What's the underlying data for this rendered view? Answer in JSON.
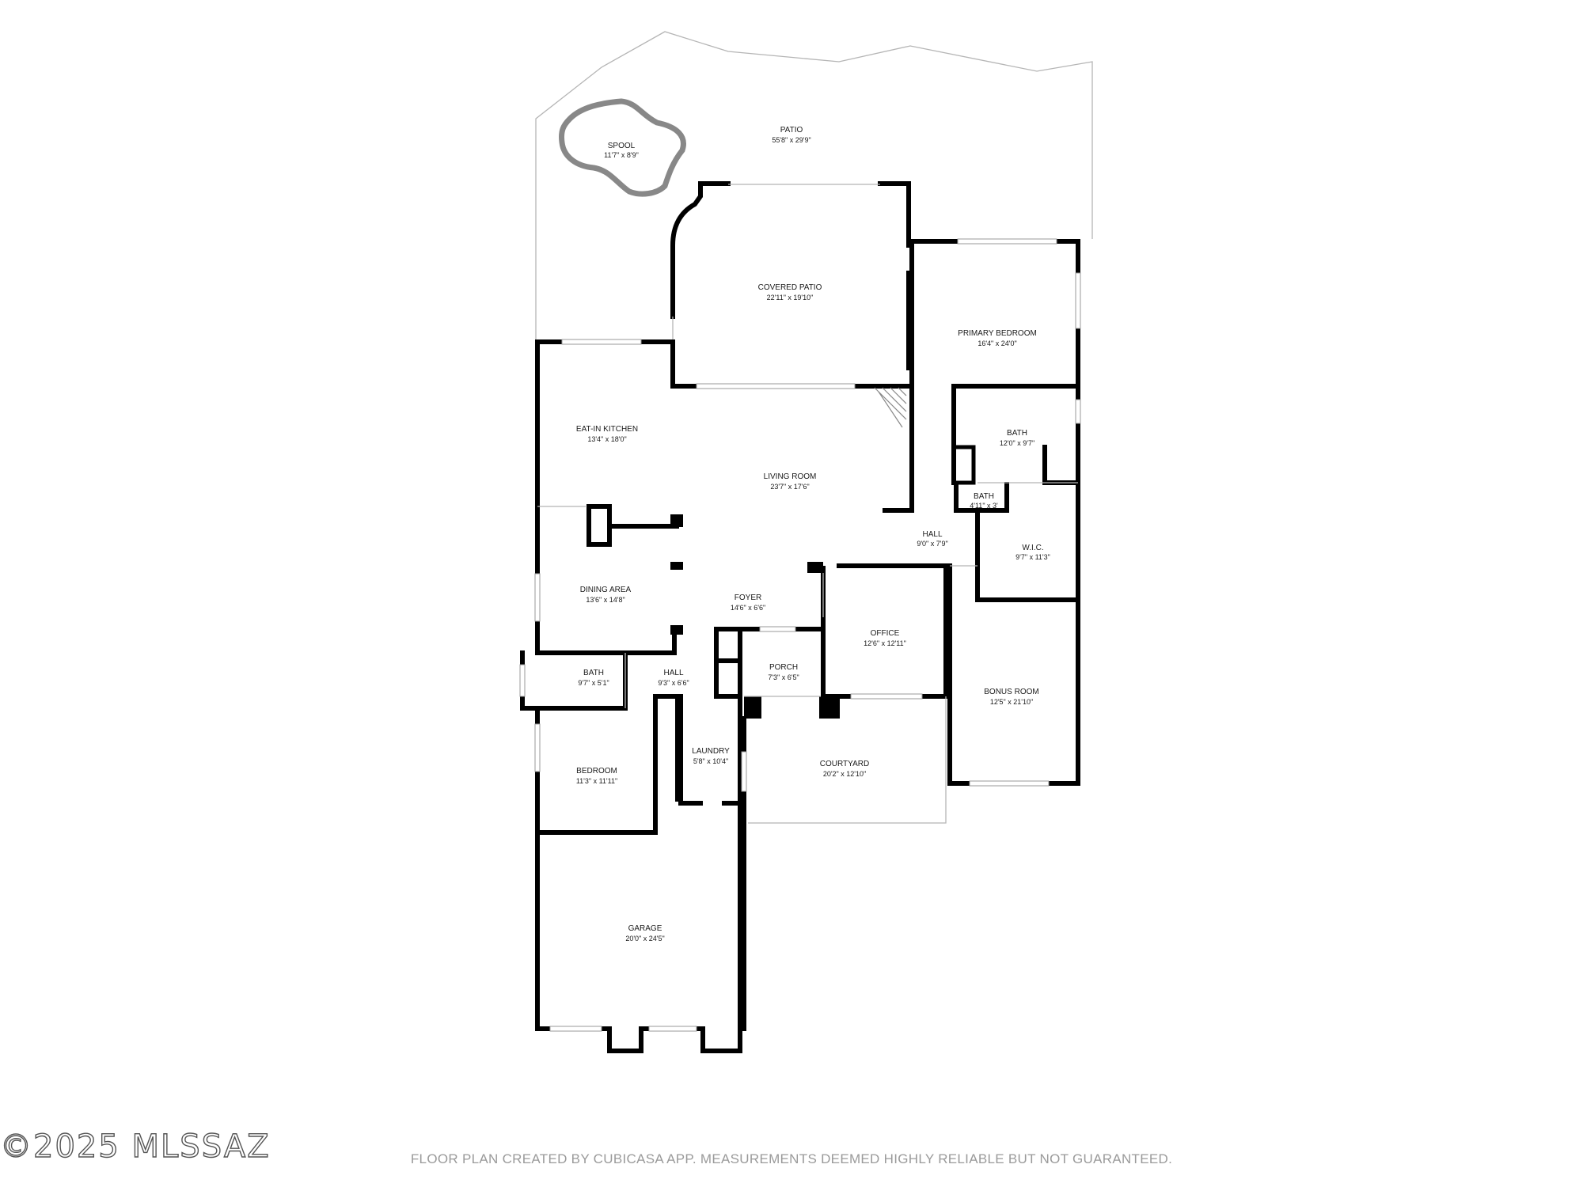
{
  "rooms": {
    "patio": {
      "name": "PATIO",
      "dim": "55'8\" x 29'9\""
    },
    "spool": {
      "name": "SPOOL",
      "dim": "11'7\" x 8'9\""
    },
    "covered_patio": {
      "name": "COVERED PATIO",
      "dim": "22'11\" x 19'10\""
    },
    "primary_bedroom": {
      "name": "PRIMARY BEDROOM",
      "dim": "16'4\" x 24'0\""
    },
    "eat_in_kitchen": {
      "name": "EAT-IN KITCHEN",
      "dim": "13'4\" x 18'0\""
    },
    "living_room": {
      "name": "LIVING ROOM",
      "dim": "23'7\" x 17'6\""
    },
    "bath_primary": {
      "name": "BATH",
      "dim": "12'0\" x 9'7\""
    },
    "bath_small": {
      "name": "BATH",
      "dim": "4'11\" x 3'"
    },
    "hall_east": {
      "name": "HALL",
      "dim": "9'0\" x 7'9\""
    },
    "wic": {
      "name": "W.I.C.",
      "dim": "9'7\" x 11'3\""
    },
    "dining_area": {
      "name": "DINING AREA",
      "dim": "13'6\" x 14'8\""
    },
    "foyer": {
      "name": "FOYER",
      "dim": "14'6\" x 6'6\""
    },
    "office": {
      "name": "OFFICE",
      "dim": "12'6\" x 12'11\""
    },
    "bath_west": {
      "name": "BATH",
      "dim": "9'7\" x 5'1\""
    },
    "hall_west": {
      "name": "HALL",
      "dim": "9'3\" x 6'6\""
    },
    "porch": {
      "name": "PORCH",
      "dim": "7'3\" x 6'5\""
    },
    "bonus_room": {
      "name": "BONUS ROOM",
      "dim": "12'5\" x 21'10\""
    },
    "laundry": {
      "name": "LAUNDRY",
      "dim": "5'8\" x 10'4\""
    },
    "bedroom": {
      "name": "BEDROOM",
      "dim": "11'3\" x 11'11\""
    },
    "courtyard": {
      "name": "COURTYARD",
      "dim": "20'2\" x 12'10\""
    },
    "garage": {
      "name": "GARAGE",
      "dim": "20'0\" x 24'5\""
    }
  },
  "watermark": "©2025 MLSSAZ",
  "disclaimer": "FLOOR PLAN CREATED BY CUBICASA APP. MEASUREMENTS DEEMED HIGHLY RELIABLE BUT NOT GUARANTEED."
}
